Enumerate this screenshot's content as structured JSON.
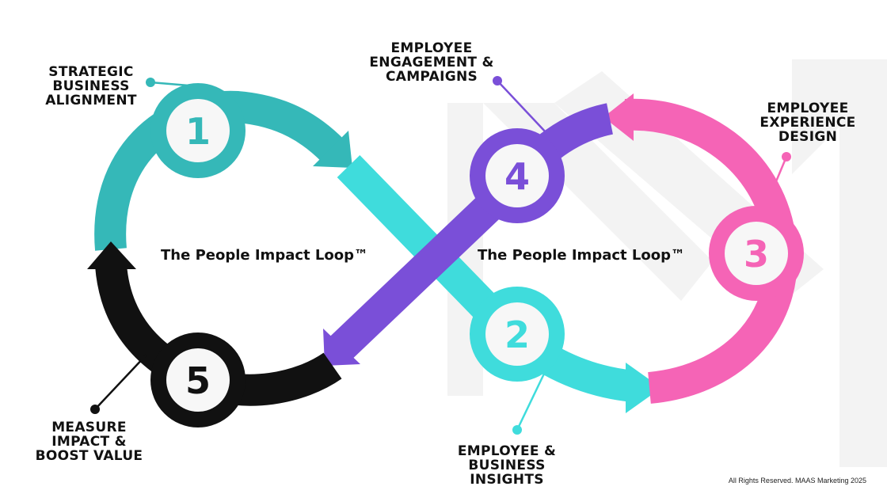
{
  "diagram": {
    "title_left": "The People Impact Loop™",
    "title_right": "The People Impact Loop™",
    "steps": [
      {
        "number": "1",
        "label_lines": [
          "STRATEGIC",
          "BUSINESS",
          "ALIGNMENT"
        ],
        "color": "#35b8b8"
      },
      {
        "number": "2",
        "label_lines": [
          "EMPLOYEE &",
          "BUSINESS",
          "INSIGHTS"
        ],
        "color": "#3fdcdc"
      },
      {
        "number": "3",
        "label_lines": [
          "EMPLOYEE",
          "EXPERIENCE",
          "DESIGN"
        ],
        "color": "#f564b6"
      },
      {
        "number": "4",
        "label_lines": [
          "EMPLOYEE",
          "ENGAGEMENT &",
          "CAMPAIGNS"
        ],
        "color": "#7a4fd8"
      },
      {
        "number": "5",
        "label_lines": [
          "MEASURE",
          "IMPACT &",
          "BOOST VALUE"
        ],
        "color": "#111111"
      }
    ]
  },
  "footer": {
    "copyright": "All Rights Reserved. MAAS Marketing 2025"
  }
}
